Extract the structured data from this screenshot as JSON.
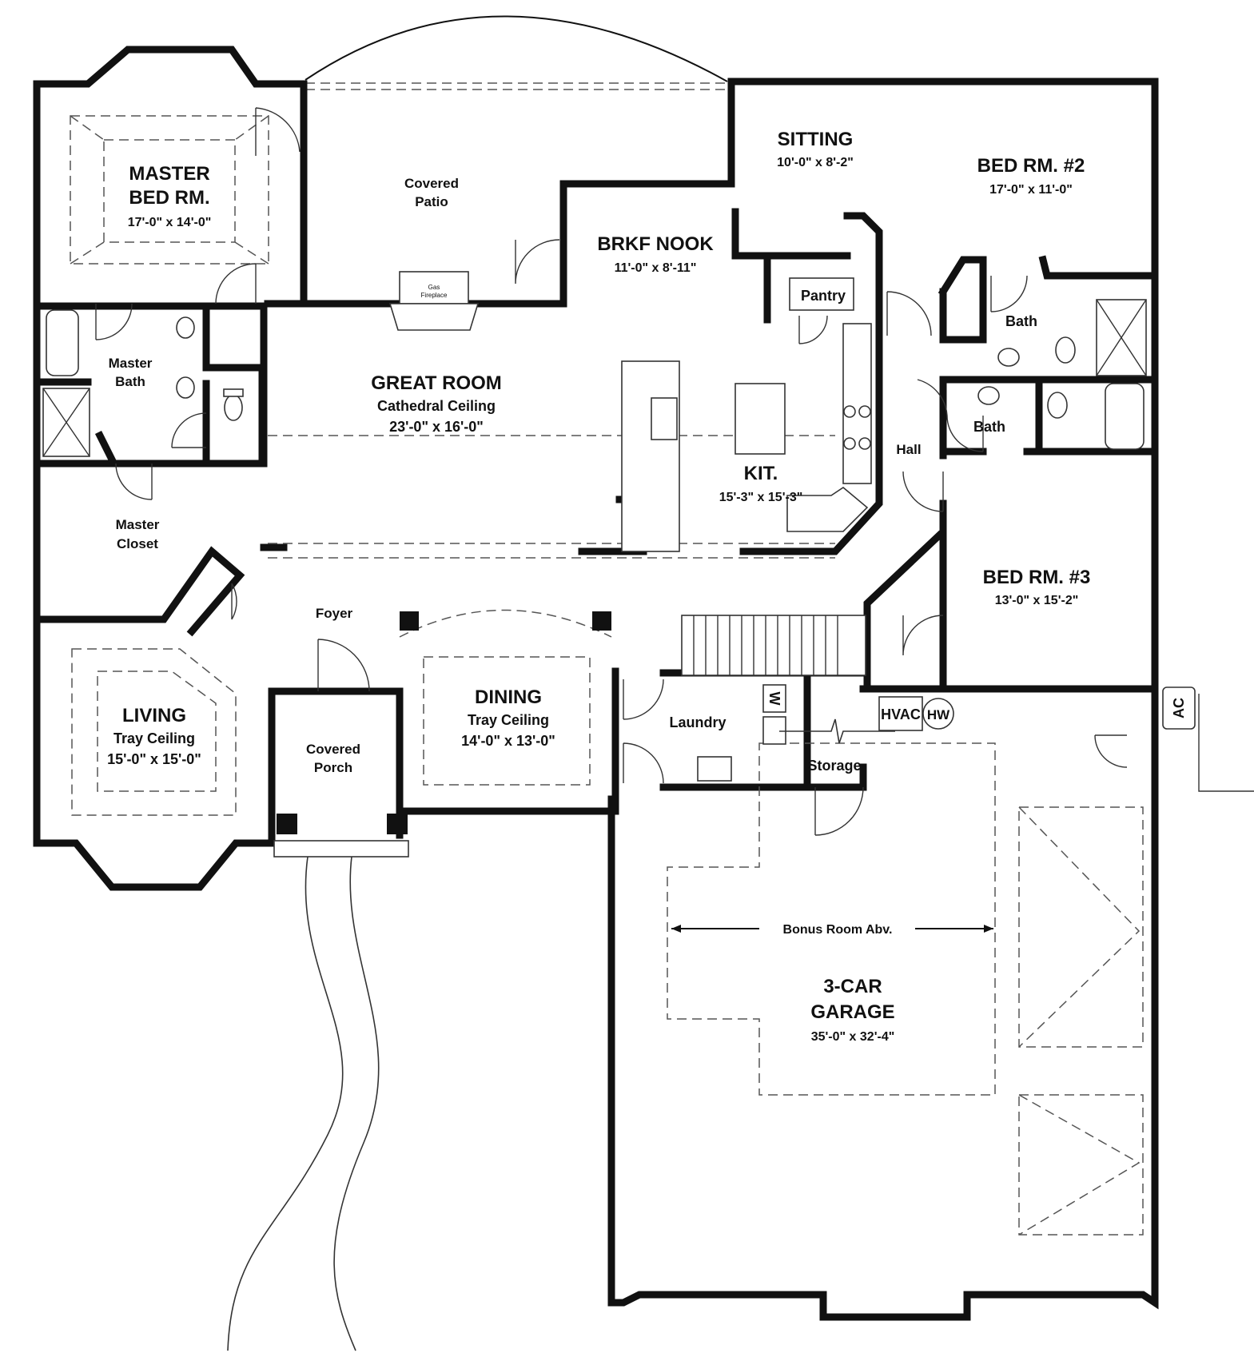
{
  "rooms": {
    "master_bed": {
      "name_1": "MASTER",
      "name_2": "BED RM.",
      "size": "17'-0\" x 14'-0\""
    },
    "covered_patio": {
      "name_1": "Covered",
      "name_2": "Patio"
    },
    "fireplace": {
      "name_1": "Gas",
      "name_2": "Fireplace"
    },
    "brkf_nook": {
      "name": "BRKF NOOK",
      "size": "11'-0\" x 8'-11\""
    },
    "sitting": {
      "name": "SITTING",
      "size": "10'-0\" x 8'-2\""
    },
    "bed_2": {
      "name": "BED RM. #2",
      "size": "17'-0\" x 11'-0\""
    },
    "pantry": {
      "name": "Pantry"
    },
    "bath_upper": {
      "name": "Bath"
    },
    "bath_lower": {
      "name": "Bath"
    },
    "master_bath": {
      "name_1": "Master",
      "name_2": "Bath"
    },
    "great_room": {
      "name": "GREAT ROOM",
      "note": "Cathedral Ceiling",
      "size": "23'-0\" x 16'-0\""
    },
    "kitchen": {
      "name": "KIT.",
      "size": "15'-3\" x 15'-3\""
    },
    "hall": {
      "name": "Hall"
    },
    "master_closet": {
      "name_1": "Master",
      "name_2": "Closet"
    },
    "bed_3": {
      "name": "BED RM. #3",
      "size": "13'-0\" x 15'-2\""
    },
    "foyer": {
      "name": "Foyer"
    },
    "dining": {
      "name": "DINING",
      "note": "Tray Ceiling",
      "size": "14'-0\" x 13'-0\""
    },
    "laundry": {
      "name": "Laundry"
    },
    "living": {
      "name": "LIVING",
      "note": "Tray Ceiling",
      "size": "15'-0\" x 15'-0\""
    },
    "covered_porch": {
      "name_1": "Covered",
      "name_2": "Porch"
    },
    "storage": {
      "name": "Storage"
    },
    "garage": {
      "name_1": "3-CAR",
      "name_2": "GARAGE",
      "size": "35'-0\" x 32'-4\""
    }
  },
  "equipment": {
    "washer": "W",
    "hvac": "HVAC",
    "water_heater": "HW",
    "ac": "AC"
  },
  "notes": {
    "bonus_room": "Bonus Room Abv."
  }
}
